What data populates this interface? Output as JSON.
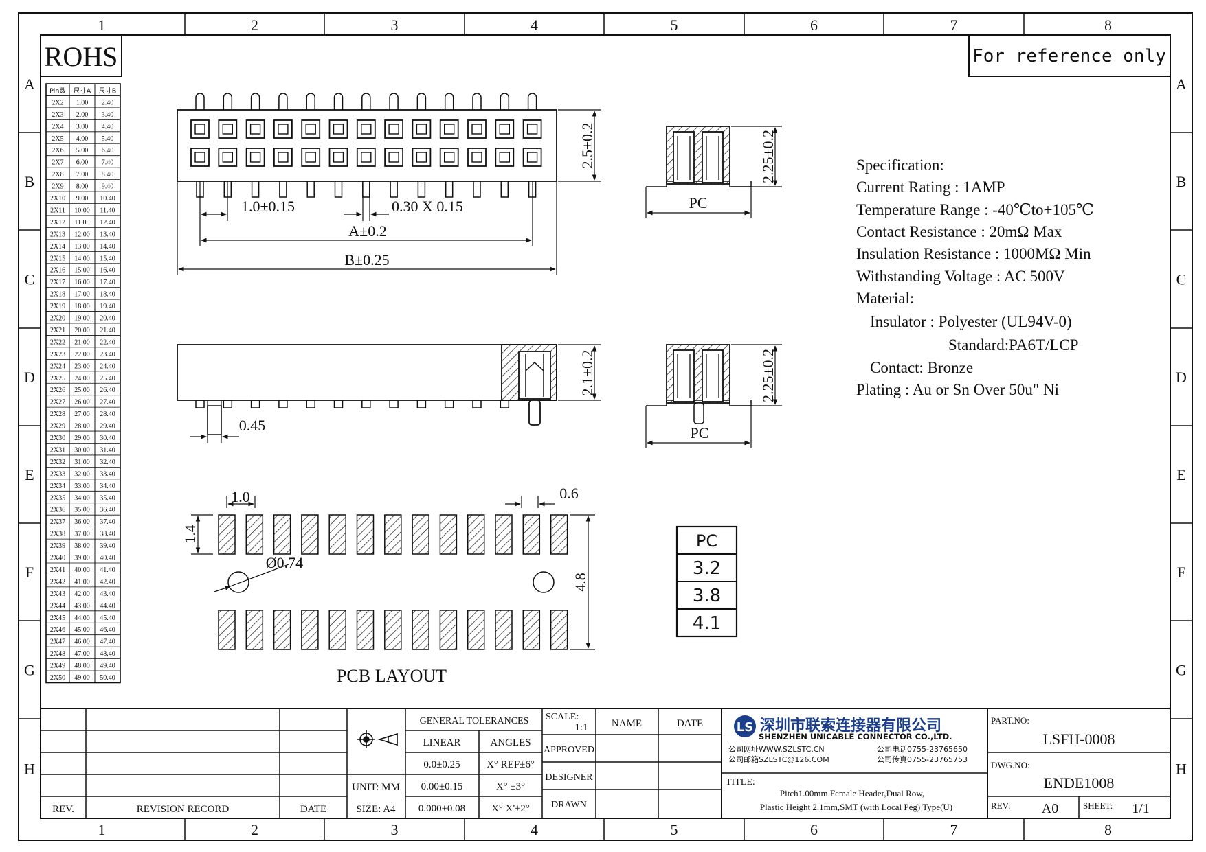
{
  "drawing": {
    "columns": [
      "1",
      "2",
      "3",
      "4",
      "5",
      "6",
      "7",
      "8"
    ],
    "rows": [
      "A",
      "B",
      "C",
      "D",
      "E",
      "F",
      "G",
      "H"
    ],
    "rohs": "ROHS",
    "reference": "For reference only",
    "colors": {
      "line": "#111111",
      "logo": "#1a3e8a"
    }
  },
  "pin_table": {
    "headers": [
      "Pin数",
      "尺寸A",
      "尺寸B"
    ],
    "rows": [
      [
        "2X2",
        "1.00",
        "2.40"
      ],
      [
        "2X3",
        "2.00",
        "3.40"
      ],
      [
        "2X4",
        "3.00",
        "4.40"
      ],
      [
        "2X5",
        "4.00",
        "5.40"
      ],
      [
        "2X6",
        "5.00",
        "6.40"
      ],
      [
        "2X7",
        "6.00",
        "7.40"
      ],
      [
        "2X8",
        "7.00",
        "8.40"
      ],
      [
        "2X9",
        "8.00",
        "9.40"
      ],
      [
        "2X10",
        "9.00",
        "10.40"
      ],
      [
        "2X11",
        "10.00",
        "11.40"
      ],
      [
        "2X12",
        "11.00",
        "12.40"
      ],
      [
        "2X13",
        "12.00",
        "13.40"
      ],
      [
        "2X14",
        "13.00",
        "14.40"
      ],
      [
        "2X15",
        "14.00",
        "15.40"
      ],
      [
        "2X16",
        "15.00",
        "16.40"
      ],
      [
        "2X17",
        "16.00",
        "17.40"
      ],
      [
        "2X18",
        "17.00",
        "18.40"
      ],
      [
        "2X19",
        "18.00",
        "19.40"
      ],
      [
        "2X20",
        "19.00",
        "20.40"
      ],
      [
        "2X21",
        "20.00",
        "21.40"
      ],
      [
        "2X22",
        "21.00",
        "22.40"
      ],
      [
        "2X23",
        "22.00",
        "23.40"
      ],
      [
        "2X24",
        "23.00",
        "24.40"
      ],
      [
        "2X25",
        "24.00",
        "25.40"
      ],
      [
        "2X26",
        "25.00",
        "26.40"
      ],
      [
        "2X27",
        "26.00",
        "27.40"
      ],
      [
        "2X28",
        "27.00",
        "28.40"
      ],
      [
        "2X29",
        "28.00",
        "29.40"
      ],
      [
        "2X30",
        "29.00",
        "30.40"
      ],
      [
        "2X31",
        "30.00",
        "31.40"
      ],
      [
        "2X32",
        "31.00",
        "32.40"
      ],
      [
        "2X33",
        "32.00",
        "33.40"
      ],
      [
        "2X34",
        "33.00",
        "34.40"
      ],
      [
        "2X35",
        "34.00",
        "35.40"
      ],
      [
        "2X36",
        "35.00",
        "36.40"
      ],
      [
        "2X37",
        "36.00",
        "37.40"
      ],
      [
        "2X38",
        "37.00",
        "38.40"
      ],
      [
        "2X39",
        "38.00",
        "39.40"
      ],
      [
        "2X40",
        "39.00",
        "40.40"
      ],
      [
        "2X41",
        "40.00",
        "41.40"
      ],
      [
        "2X42",
        "41.00",
        "42.40"
      ],
      [
        "2X43",
        "42.00",
        "43.40"
      ],
      [
        "2X44",
        "43.00",
        "44.40"
      ],
      [
        "2X45",
        "44.00",
        "45.40"
      ],
      [
        "2X46",
        "45.00",
        "46.40"
      ],
      [
        "2X47",
        "46.00",
        "47.40"
      ],
      [
        "2X48",
        "47.00",
        "48.40"
      ],
      [
        "2X49",
        "48.00",
        "49.40"
      ],
      [
        "2X50",
        "49.00",
        "50.40"
      ]
    ]
  },
  "dimensions": {
    "height_top": "2.5±0.2",
    "pitch": "1.0±0.15",
    "pin_size": "0.30 X 0.15",
    "dim_a": "A±0.2",
    "dim_b": "B±0.25",
    "height_side": "2.1±0.2",
    "peg": "0.45",
    "section_height": "2.25±0.2",
    "pc": "PC",
    "layout_pitch": "1.0",
    "pad_width": "0.6",
    "pad_length": "1.4",
    "hole": "Ø0.74",
    "row_span": "4.8",
    "pcb_layout": "PCB LAYOUT"
  },
  "pc_table": {
    "header": "PC",
    "values": [
      "3.2",
      "3.8",
      "4.1"
    ]
  },
  "spec": {
    "lines": [
      "Specification:",
      "Current Rating : 1AMP",
      "Temperature Range : -40℃to+105℃",
      "Contact Resistance : 20mΩ Max",
      "Insulation Resistance : 1000MΩ Min",
      "Withstanding Voltage : AC 500V",
      "Material:",
      "Insulator : Polyester (UL94V-0)",
      "Standard:PA6T/LCP",
      "Contact: Bronze",
      "Plating : Au or Sn Over 50u\" Ni"
    ]
  },
  "title_block": {
    "rev": "REV.",
    "revision_record": "REVISION RECORD",
    "date": "DATE",
    "unit": "UNIT: MM",
    "size": "SIZE: A4",
    "general_tolerances": "GENERAL TOLERANCES",
    "linear": "LINEAR",
    "angles": "ANGLES",
    "tol_linear": [
      "0.0±0.25",
      "0.00±0.15",
      "0.000±0.08"
    ],
    "tol_angles": [
      "X° REF±6°",
      "X° ±3°",
      "X° X'±2°"
    ],
    "scale_label": "SCALE:",
    "scale_value": "1:1",
    "name": "NAME",
    "date2": "DATE",
    "approved": "APPROVED",
    "designer": "DESIGNER",
    "drawn": "DRAWN",
    "company_cn": "深圳市联索连接器有限公司",
    "company_en": "SHENZHEN UNICABLE CONNECTOR CO.,LTD.",
    "web": "公司网址WWW.SZLSTC.CN",
    "email": "公司邮箱SZLSTC@126.COM",
    "tel": "公司电话0755-23765650",
    "fax": "公司传真0755-23765753",
    "title_label": "TITLE:",
    "title_line1": "Pitch1.00mm Female Header,Dual Row,",
    "title_line2": "Plastic Height 2.1mm,SMT (with Local Peg) Type(U)",
    "part_no_label": "PART.NO:",
    "part_no": "LSFH-0008",
    "dwg_no_label": "DWG.NO:",
    "dwg_no": "ENDE1008",
    "rev_label": "REV:",
    "rev_value": "A0",
    "sheet_label": "SHEET:",
    "sheet_value": "1/1"
  }
}
